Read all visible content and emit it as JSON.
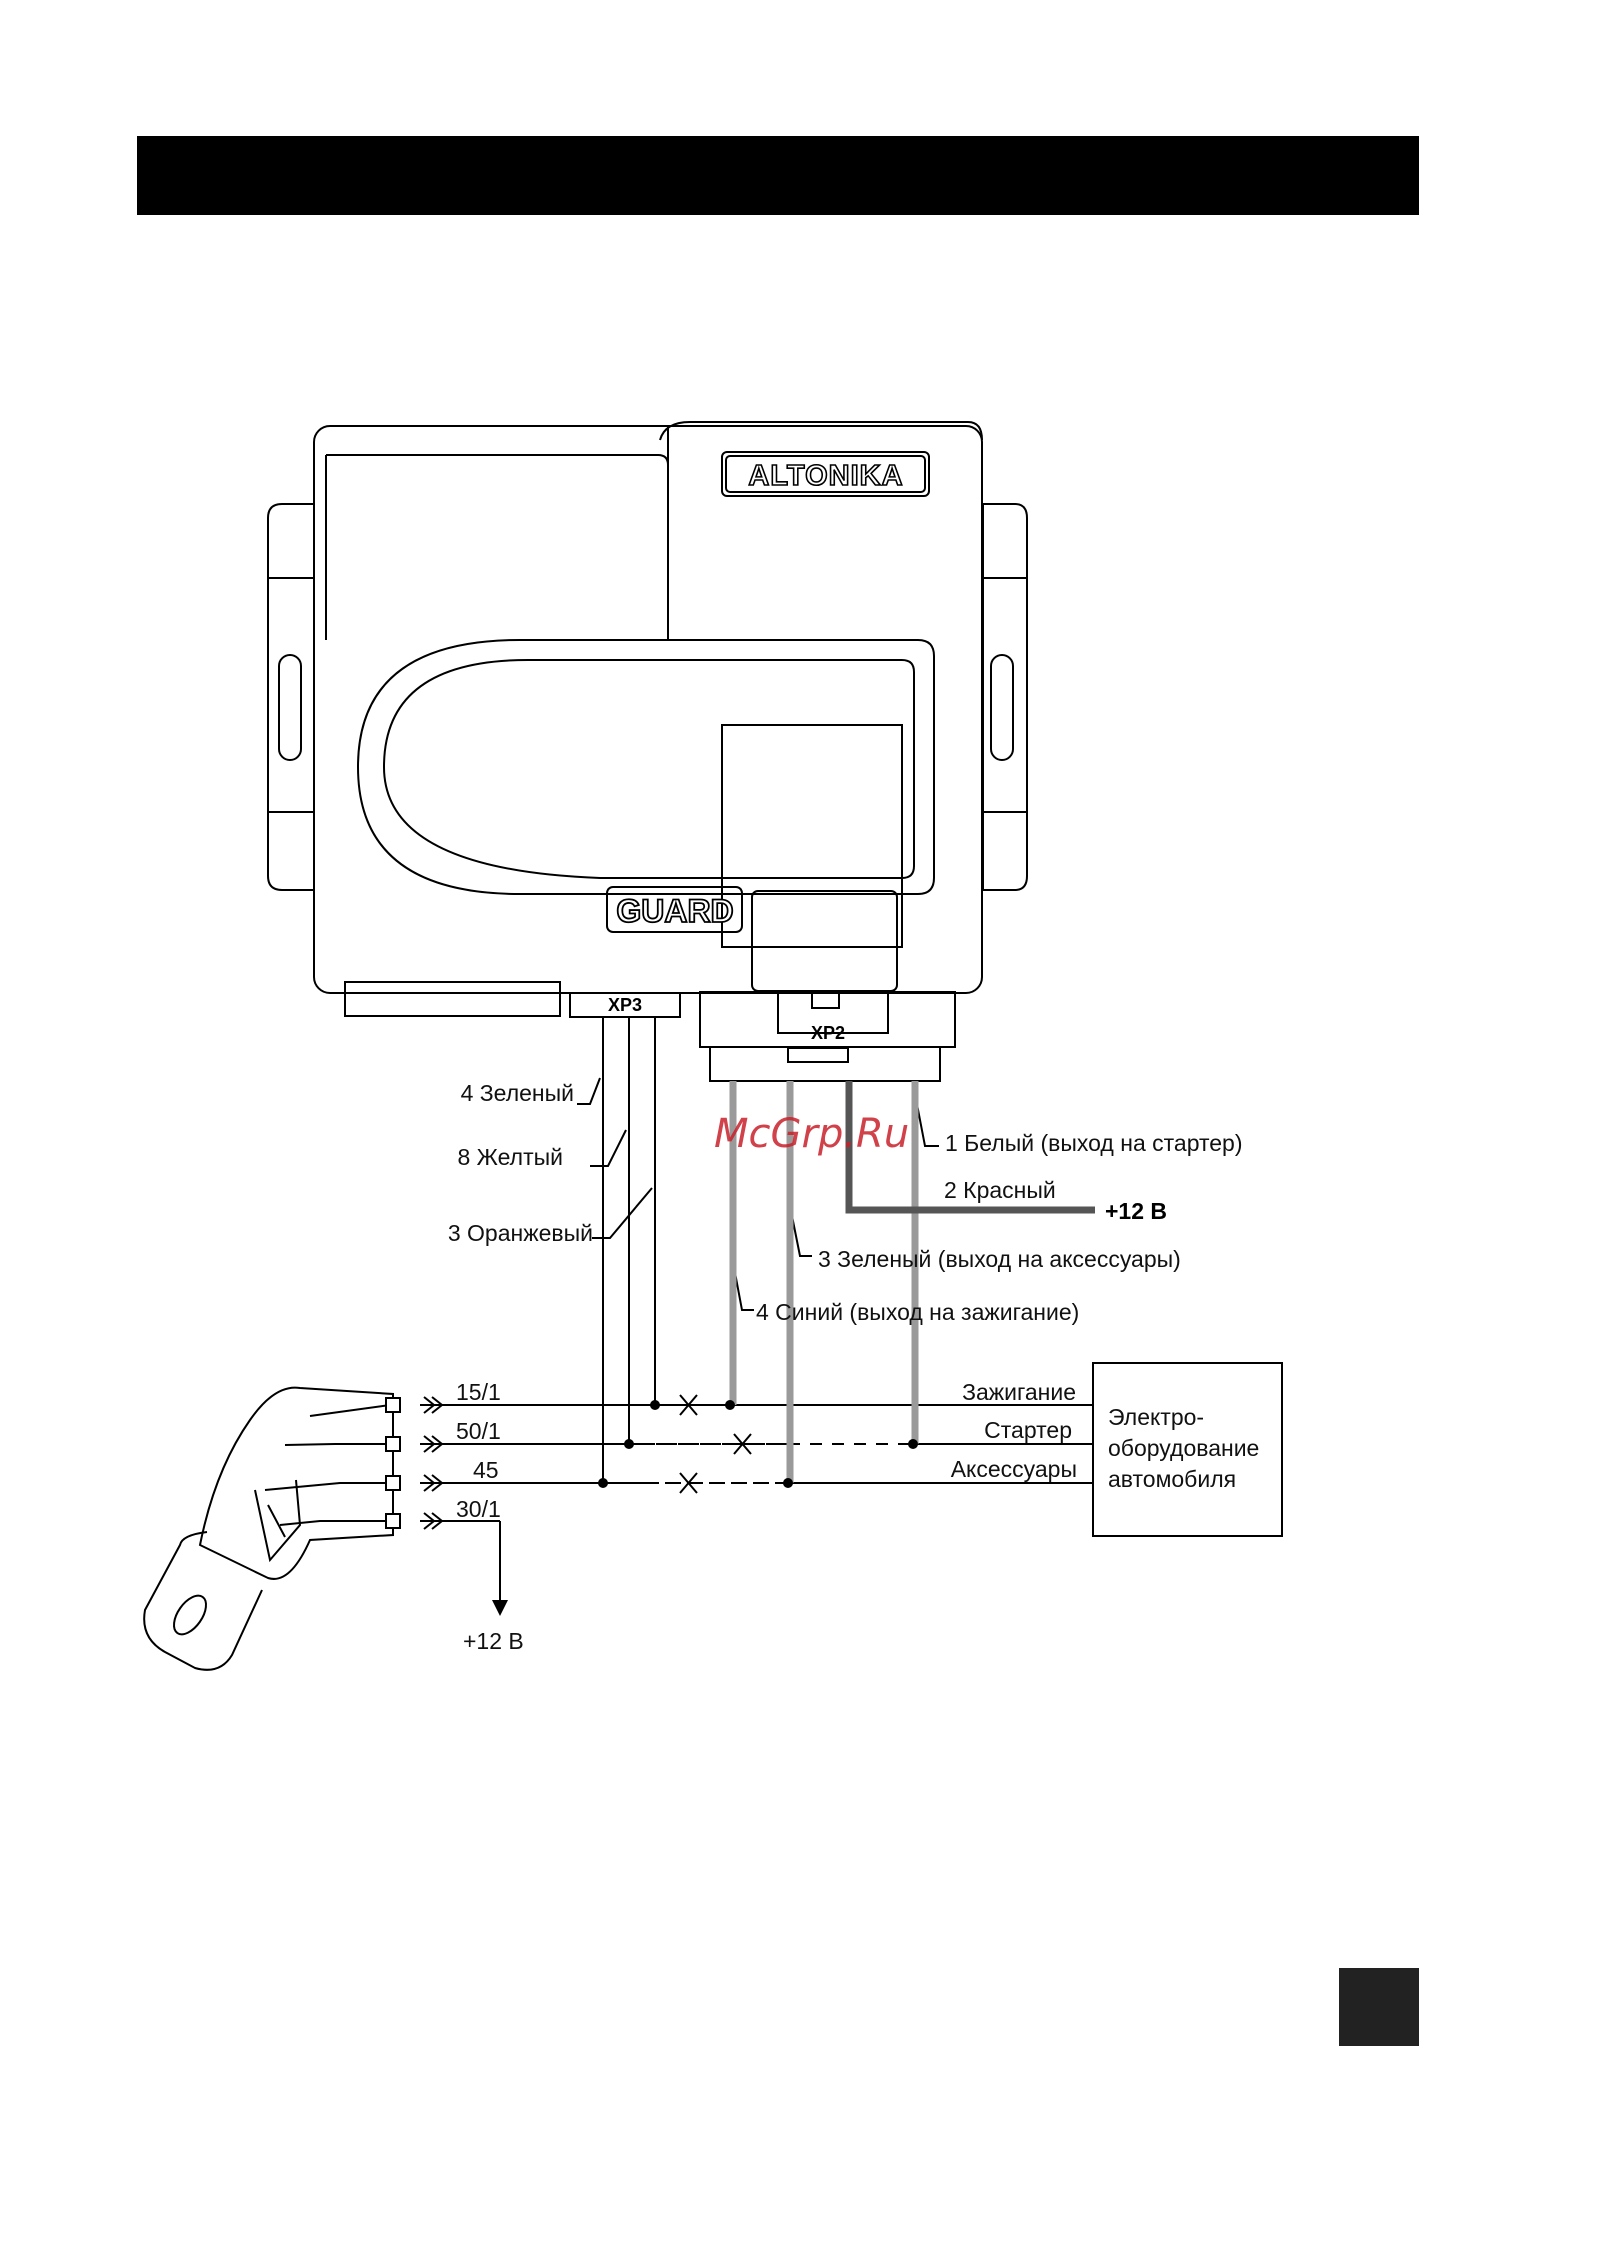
{
  "unit": {
    "brand_logo": "ALTONIKA",
    "model_logo": "GUARD",
    "connector_xp3": "XP3",
    "connector_xp2": "XP2"
  },
  "xp3_wires": [
    {
      "label": "4 Зеленый"
    },
    {
      "label": "8 Желтый"
    },
    {
      "label": "3 Оранжевый"
    }
  ],
  "xp2_wires": [
    {
      "label": "1 Белый (выход на стартер)"
    },
    {
      "label": "2 Красный"
    },
    {
      "label": "3 Зеленый (выход на аксессуары)"
    },
    {
      "label": "4 Синий (выход на зажигание)"
    }
  ],
  "supply_red": "+12 В",
  "ignition_switch": {
    "terminals": [
      "15/1",
      "50/1",
      "45",
      "30/1"
    ],
    "supply": "+12 В"
  },
  "circuits": [
    "Зажигание",
    "Стартер",
    "Аксессуары"
  ],
  "vehicle_box": {
    "line1": "Электро-",
    "line2": "оборудование",
    "line3": "автомобиля"
  },
  "watermark": "McGrp.Ru",
  "colors": {
    "bar": "#000000",
    "thick_wire": "#9a9a9a",
    "red_wire": "#555555",
    "watermark": "#c8202a"
  }
}
